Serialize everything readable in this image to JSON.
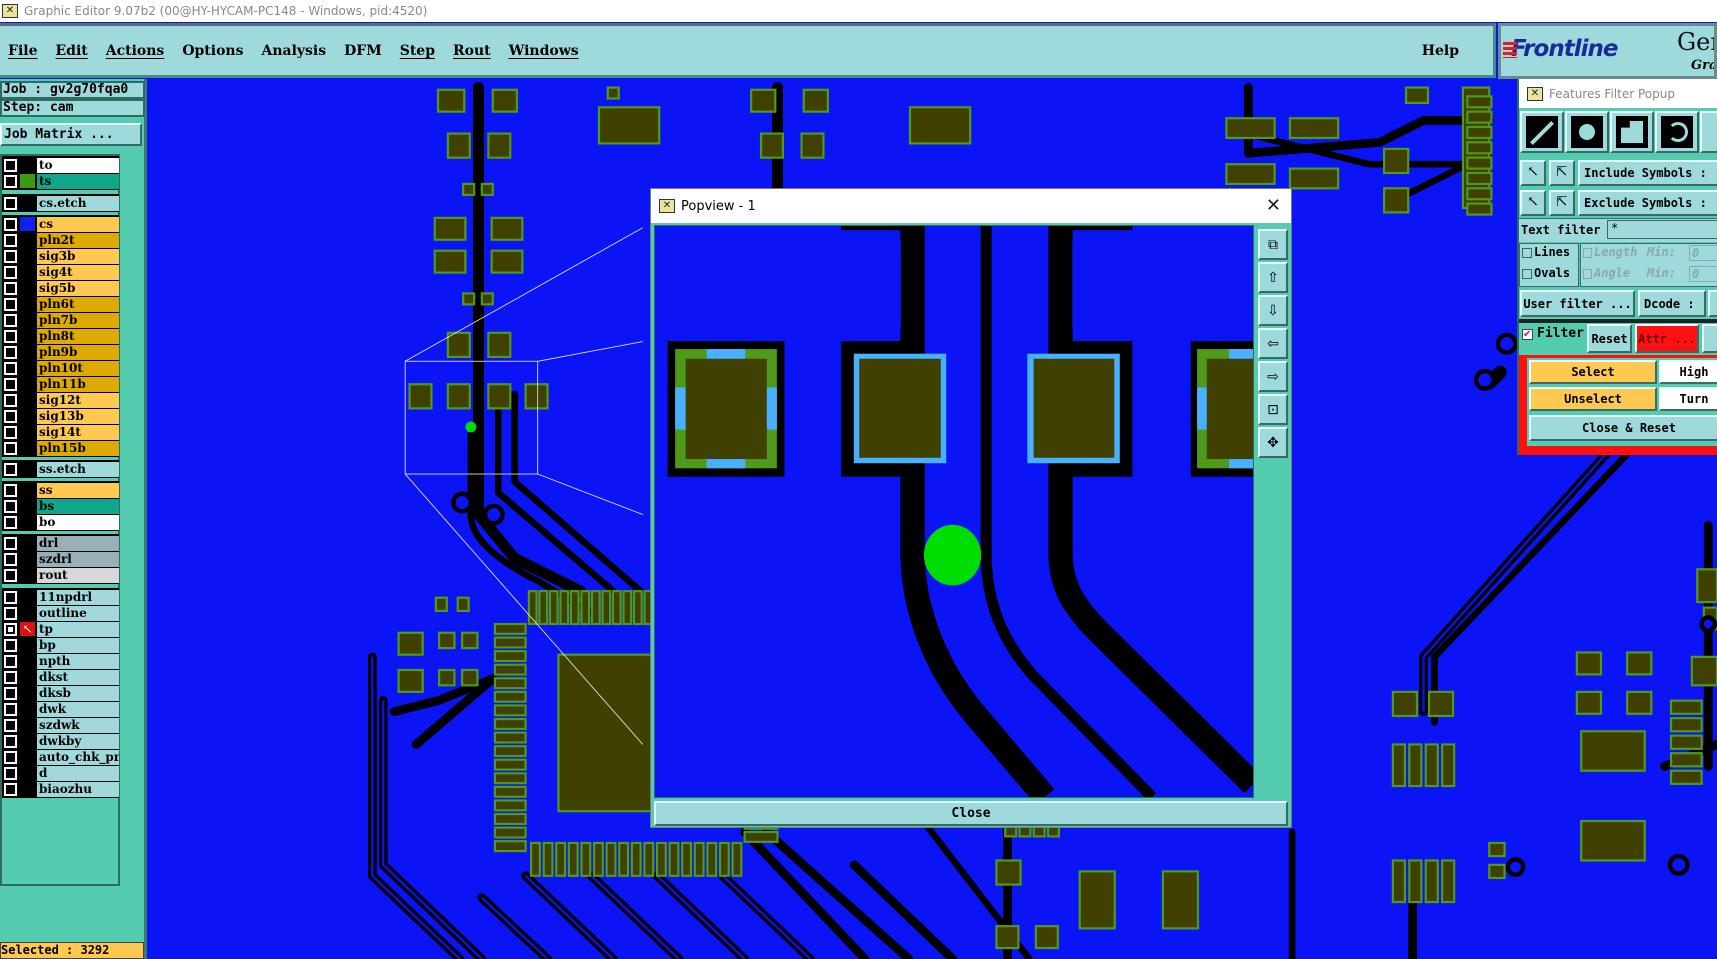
{
  "window": {
    "title": "Graphic Editor 9.07b2 (00@HY-HYCAM-PC148 - Windows, pid:4520)"
  },
  "menu": [
    "File",
    "Edit",
    "Actions",
    "Options",
    "Analysis",
    "DFM",
    "Step",
    "Rout",
    "Windows"
  ],
  "help": "Help",
  "brand": {
    "logo": "Frontline",
    "product": "Gene",
    "subtitle": "Grap"
  },
  "job": {
    "job_label": "Job : gv2g70fqa0",
    "step_label": "Step: cam",
    "matrix_button": "Job Matrix ..."
  },
  "layer_groups": [
    [
      {
        "name": "to",
        "color": "#ffffff"
      },
      {
        "name": "ts",
        "color": "#11a58a",
        "swatch": "#3a9a10"
      }
    ],
    [
      {
        "name": "cs.etch",
        "color": "#a0d8dc"
      }
    ],
    [
      {
        "name": "cs",
        "color": "#ffc850",
        "swatch": "#1020f0"
      },
      {
        "name": "pln2t",
        "color": "#dcaa00"
      },
      {
        "name": "sig3b",
        "color": "#ffc850"
      },
      {
        "name": "sig4t",
        "color": "#ffc850"
      },
      {
        "name": "sig5b",
        "color": "#ffc850"
      },
      {
        "name": "pln6t",
        "color": "#dcaa00"
      },
      {
        "name": "pln7b",
        "color": "#dcaa00"
      },
      {
        "name": "pln8t",
        "color": "#dcaa00"
      },
      {
        "name": "pln9b",
        "color": "#dcaa00"
      },
      {
        "name": "pln10t",
        "color": "#dcaa00"
      },
      {
        "name": "pln11b",
        "color": "#dcaa00"
      },
      {
        "name": "sig12t",
        "color": "#ffc850"
      },
      {
        "name": "sig13b",
        "color": "#ffc850"
      },
      {
        "name": "sig14t",
        "color": "#ffc850"
      },
      {
        "name": "pln15b",
        "color": "#dcaa00"
      }
    ],
    [
      {
        "name": "ss.etch",
        "color": "#a0d8dc"
      }
    ],
    [
      {
        "name": "ss",
        "color": "#ffc850"
      },
      {
        "name": "bs",
        "color": "#11a58a"
      },
      {
        "name": "bo",
        "color": "#ffffff"
      }
    ],
    [
      {
        "name": "drl",
        "color": "#9ab0b8"
      },
      {
        "name": "szdrl",
        "color": "#9ab0b8"
      },
      {
        "name": "rout",
        "color": "#d8d8d8"
      }
    ],
    [
      {
        "name": "11npdrl",
        "color": "#a0d8dc"
      },
      {
        "name": "outline",
        "color": "#a0d8dc"
      },
      {
        "name": "tp",
        "color": "#a0d8dc",
        "active": true
      },
      {
        "name": "bp",
        "color": "#a0d8dc"
      },
      {
        "name": "npth",
        "color": "#a0d8dc"
      },
      {
        "name": "dkst",
        "color": "#a0d8dc"
      },
      {
        "name": "dksb",
        "color": "#a0d8dc"
      },
      {
        "name": "dwk",
        "color": "#a0d8dc"
      },
      {
        "name": "szdwk",
        "color": "#a0d8dc"
      },
      {
        "name": "dwkby",
        "color": "#a0d8dc"
      },
      {
        "name": "auto_chk_pnl",
        "color": "#a0d8dc"
      },
      {
        "name": "d",
        "color": "#a0d8dc"
      },
      {
        "name": "biaozhu",
        "color": "#a0d8dc"
      }
    ]
  ],
  "status": {
    "selected": "Selected : 3292"
  },
  "features_filter": {
    "title": "Features Filter Popup",
    "include_symbols": "Include Symbols :",
    "exclude_symbols": "Exclude Symbols :",
    "text_filter_label": "Text filter",
    "text_filter_value": "*",
    "lines": "Lines",
    "ovals": "Ovals",
    "length": "Length",
    "angle": "Angle",
    "min1": "Min:",
    "min2": "Min:",
    "length_min": "0",
    "angle_min": "0",
    "user_filter": "User filter ...",
    "dcode": "Dcode :",
    "filter": "Filter",
    "reset": "Reset",
    "attr": "Attr ...",
    "select": "Select",
    "unselect": "Unselect",
    "highlight": "High",
    "turn": "Turn",
    "close_reset": "Close & Reset"
  },
  "popview": {
    "title": "Popview - 1",
    "close": "Close"
  },
  "colors": {
    "board": "#0a14f5",
    "pad": "#404000",
    "panel": "#54ccb0",
    "button": "#9ed9dc"
  }
}
